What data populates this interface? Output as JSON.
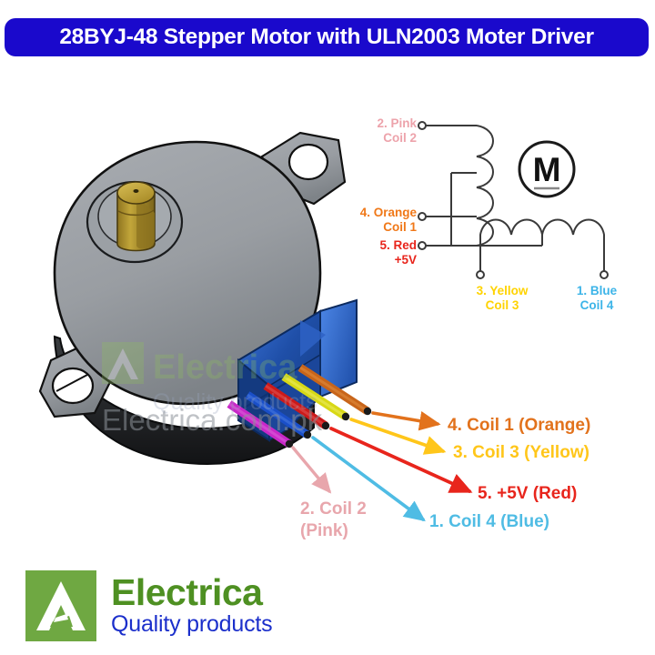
{
  "title": {
    "text": "28BYJ-48 Stepper Motor with ULN2003 Moter Driver",
    "background": "#1A09CC",
    "color": "#FFFFFF"
  },
  "schematic": {
    "motor_symbol": "M",
    "terminals": [
      {
        "id": "pink",
        "line1": "2. Pink",
        "line2": "Coil 2",
        "color": "#EDA3AB"
      },
      {
        "id": "orange",
        "line1": "4. Orange",
        "line2": "Coil 1",
        "color": "#F07818"
      },
      {
        "id": "red",
        "line1": "5. Red",
        "line2": "+5V",
        "color": "#E8251C"
      },
      {
        "id": "yellow",
        "line1": "3. Yellow",
        "line2": "Coil 3",
        "color": "#FFD300"
      },
      {
        "id": "blue",
        "line1": "1. Blue",
        "line2": "Coil 4",
        "color": "#3CB4E8"
      }
    ]
  },
  "callouts": [
    {
      "id": "orange",
      "line1": "4. Coil 1 (Orange)",
      "line2": "",
      "color": "#E2721C"
    },
    {
      "id": "yellow",
      "line1": "3. Coil 3 (Yellow)",
      "line2": "",
      "color": "#FFC61A"
    },
    {
      "id": "red",
      "line1": "5. +5V (Red)",
      "line2": "",
      "color": "#E8251C"
    },
    {
      "id": "blue",
      "line1": "1. Coil 4 (Blue)",
      "line2": "",
      "color": "#4FBCE4"
    },
    {
      "id": "pink",
      "line1": "2. Coil 2",
      "line2": "(Pink)",
      "color": "#E8A6AC"
    }
  ],
  "watermark": {
    "domain": "Electrica.com.pk",
    "brand": "Electrica",
    "tagline": "Quality products"
  },
  "logo": {
    "name": "Electrica",
    "tagline": "Quality products",
    "mark_color": "#6FA842",
    "name_color": "#4E9022",
    "tagline_color": "#1B2FCB"
  },
  "motor": {
    "body_color": "#9A9EA3",
    "connector_color": "#1F4FA8",
    "shaft_color": "#B79A2E",
    "wires": [
      {
        "id": "orange",
        "color": "#C8651A"
      },
      {
        "id": "yellow",
        "color": "#D8D816"
      },
      {
        "id": "red",
        "color": "#CC1A1A"
      },
      {
        "id": "blue",
        "color": "#1A4FC8"
      },
      {
        "id": "pink",
        "color": "#C828C8"
      }
    ]
  }
}
